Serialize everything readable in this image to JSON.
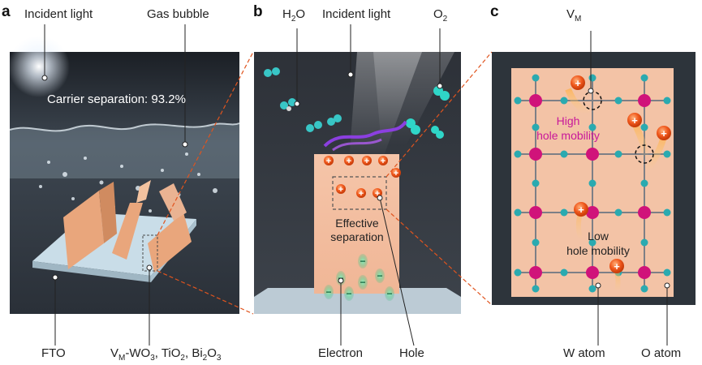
{
  "panels": {
    "a": "a",
    "b": "b",
    "c": "c"
  },
  "panel_a": {
    "incident_light": "Incident light",
    "gas_bubble": "Gas bubble",
    "carrier_separation": "Carrier separation: 93.2%",
    "fto": "FTO",
    "materials": {
      "vm": "V",
      "vm_sub": "M",
      "wo": "-WO",
      "wo_sub": "3",
      "tio": ", TiO",
      "tio_sub": "2",
      "bio": ", Bi",
      "bio_sub1": "2",
      "o": "O",
      "o_sub": "3"
    }
  },
  "panel_b": {
    "h2o": "H",
    "h2o_sub": "2",
    "h2o_o": "O",
    "incident_light": "Incident light",
    "o2": "O",
    "o2_sub": "2",
    "effective_line1": "Effective",
    "effective_line2": "separation",
    "electron": "Electron",
    "hole": "Hole",
    "plus": "+",
    "minus": "−"
  },
  "panel_c": {
    "vm": "V",
    "vm_sub": "M",
    "high_line1": "High",
    "high_line2": "hole mobility",
    "low_line1": "Low",
    "low_line2": "hole mobility",
    "w_atom": "W atom",
    "o_atom": "O atom"
  },
  "colors": {
    "bg_dark": "#2a2f35",
    "slab": "#f3c3a6",
    "w_atom": "#d0137a",
    "o_atom": "#2aaab0",
    "hole": "#ef5a1e",
    "electron": "#4fcf8e"
  }
}
